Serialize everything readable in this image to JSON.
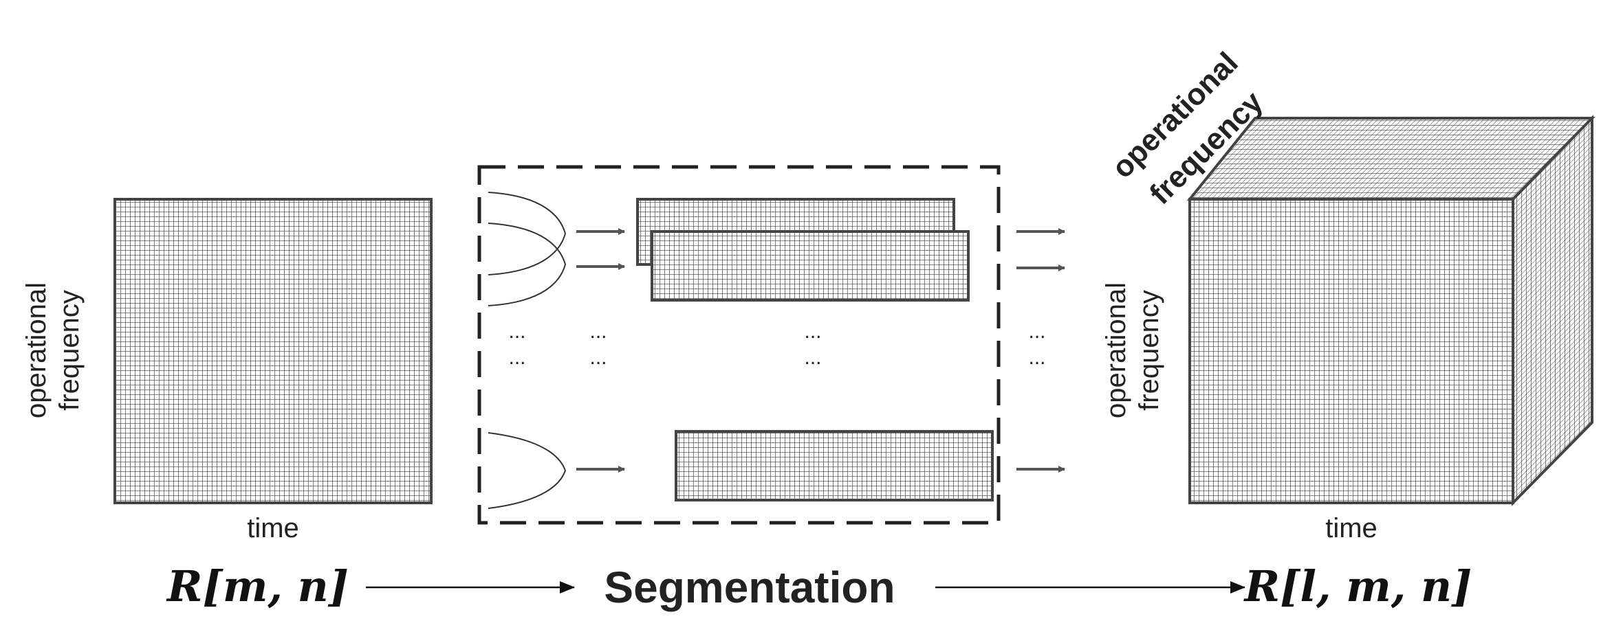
{
  "input_matrix": {
    "y_label": "operational frequency",
    "x_label": "time",
    "symbol": "R[m, n]"
  },
  "segmentation": {
    "title": "Segmentation",
    "ellipsis": "..."
  },
  "output_cube": {
    "y_label": "operational frequency",
    "x_label": "time",
    "depth_label": "operational frequency",
    "symbol": "R[l, m, n]"
  }
}
